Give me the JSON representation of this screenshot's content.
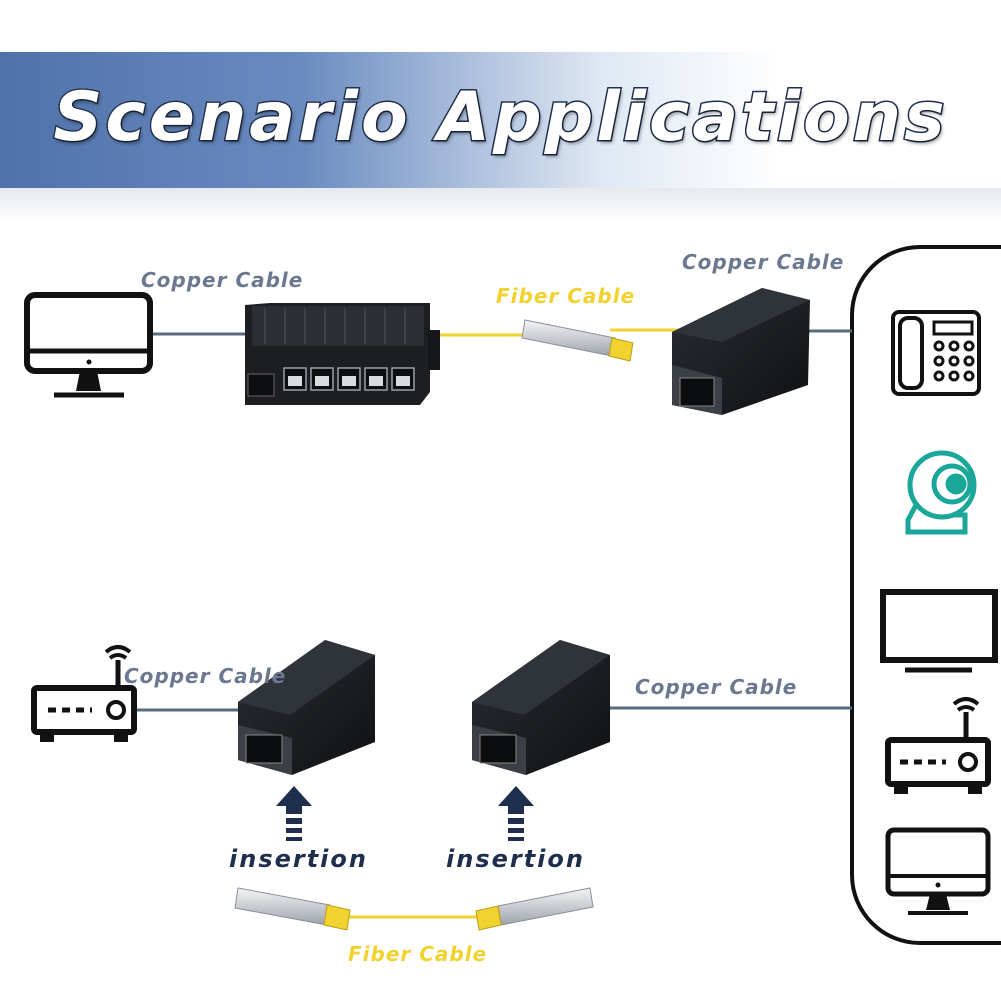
{
  "header": {
    "title": "Scenario Applications"
  },
  "labels": {
    "copper_top_left": "Copper Cable",
    "fiber_top": "Fiber Cable",
    "copper_top_right": "Copper Cable",
    "copper_bottom_left": "Copper Cable",
    "copper_bottom_right": "Copper Cable",
    "insertion_left": "insertion",
    "insertion_right": "insertion",
    "fiber_bottom": "Fiber Cable"
  },
  "colors": {
    "copper_line": "#5a6b80",
    "fiber_line": "#f2d22e",
    "arrow": "#1e2f4e",
    "camera_accent": "#1aa79a"
  },
  "icons": {
    "left_devices": [
      "desktop-monitor-icon",
      "wifi-router-icon"
    ],
    "panel_devices": [
      "desk-phone-icon",
      "ip-camera-icon",
      "tv-monitor-icon",
      "wifi-router-icon",
      "desktop-monitor-icon"
    ],
    "hardware": [
      "ethernet-switch",
      "media-converter",
      "sfp-module"
    ]
  }
}
